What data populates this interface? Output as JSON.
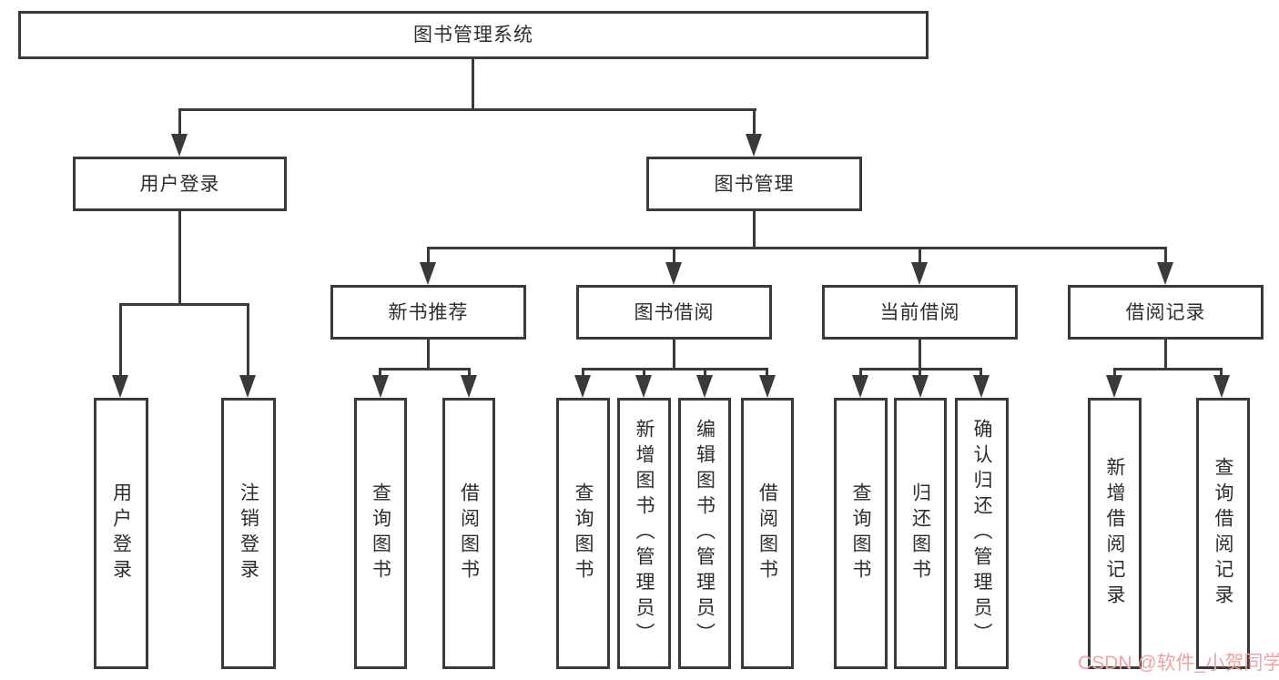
{
  "diagram": {
    "title": "图书管理系统",
    "watermark": "CSDN @软件_小贺同学",
    "colors": {
      "line": "#3a3a3a",
      "box_border": "#3a3a3a",
      "box_background": "#ffffff",
      "text": "#2d2d2d",
      "watermark": "#f2a2a2",
      "page_background": "#ffffff"
    },
    "nodes": {
      "root": {
        "label": "图书管理系统"
      },
      "level2": [
        {
          "label": "用户登录",
          "parent": "图书管理系统"
        },
        {
          "label": "图书管理",
          "parent": "图书管理系统"
        }
      ],
      "level3": [
        {
          "label": "新书推荐",
          "parent": "图书管理"
        },
        {
          "label": "图书借阅",
          "parent": "图书管理"
        },
        {
          "label": "当前借阅",
          "parent": "图书管理"
        },
        {
          "label": "借阅记录",
          "parent": "图书管理"
        }
      ],
      "leaves": [
        {
          "label": "用户登录",
          "parent": "用户登录"
        },
        {
          "label": "注销登录",
          "parent": "用户登录"
        },
        {
          "label": "查询图书",
          "parent": "新书推荐"
        },
        {
          "label": "借阅图书",
          "parent": "新书推荐"
        },
        {
          "label": "查询图书",
          "parent": "图书借阅"
        },
        {
          "label": "新增图书（管理员）",
          "parent": "图书借阅"
        },
        {
          "label": "编辑图书（管理员）",
          "parent": "图书借阅"
        },
        {
          "label": "借阅图书",
          "parent": "图书借阅"
        },
        {
          "label": "查询图书",
          "parent": "当前借阅"
        },
        {
          "label": "归还图书",
          "parent": "当前借阅"
        },
        {
          "label": "确认归还（管理员）",
          "parent": "当前借阅"
        },
        {
          "label": "新增借阅记录",
          "parent": "借阅记录"
        },
        {
          "label": "查询借阅记录",
          "parent": "借阅记录"
        }
      ]
    }
  }
}
